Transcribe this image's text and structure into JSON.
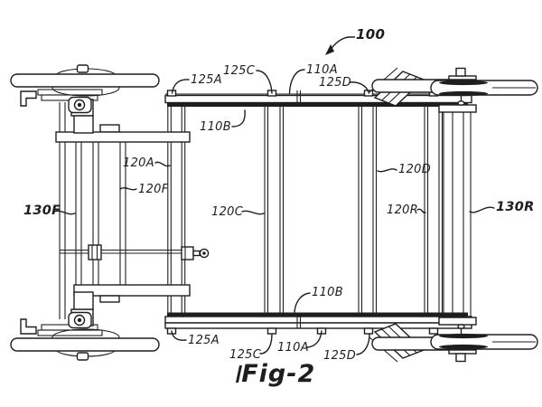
{
  "figure": {
    "caption": "Fig-2",
    "reference_number": "100"
  },
  "callouts": {
    "n100": "100",
    "n110A_top": "110A",
    "n110A_bottom": "110A",
    "n110B_upper": "110B",
    "n110B_lower": "110B",
    "n120A": "120A",
    "n120C": "120C",
    "n120D": "120D",
    "n120F": "120F",
    "n120R": "120R",
    "n125A_top": "125A",
    "n125A_bottom": "125A",
    "n125C_top": "125C",
    "n125C_bottom": "125C",
    "n125D_top": "125D",
    "n125D_bottom": "125D",
    "n130F": "130F",
    "n130R": "130R"
  },
  "colors": {
    "ink": "#1e1e1e",
    "background": "#ffffff"
  }
}
